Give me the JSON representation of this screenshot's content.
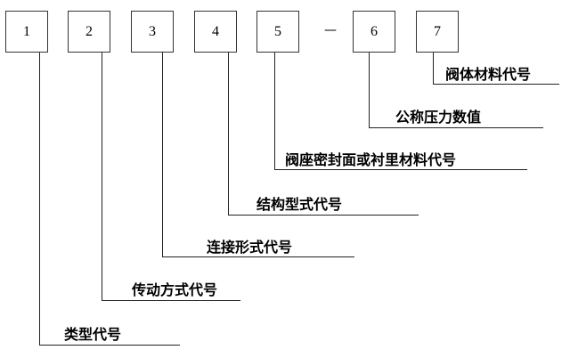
{
  "boxes": [
    "1",
    "2",
    "3",
    "4",
    "5",
    "6",
    "7"
  ],
  "separator": "—",
  "labels": [
    "类型代号",
    "传动方式代号",
    "连接形式代号",
    "结构型式代号",
    "阀座密封面或衬里材料代号",
    "公称压力数值",
    "阀体材料代号"
  ]
}
